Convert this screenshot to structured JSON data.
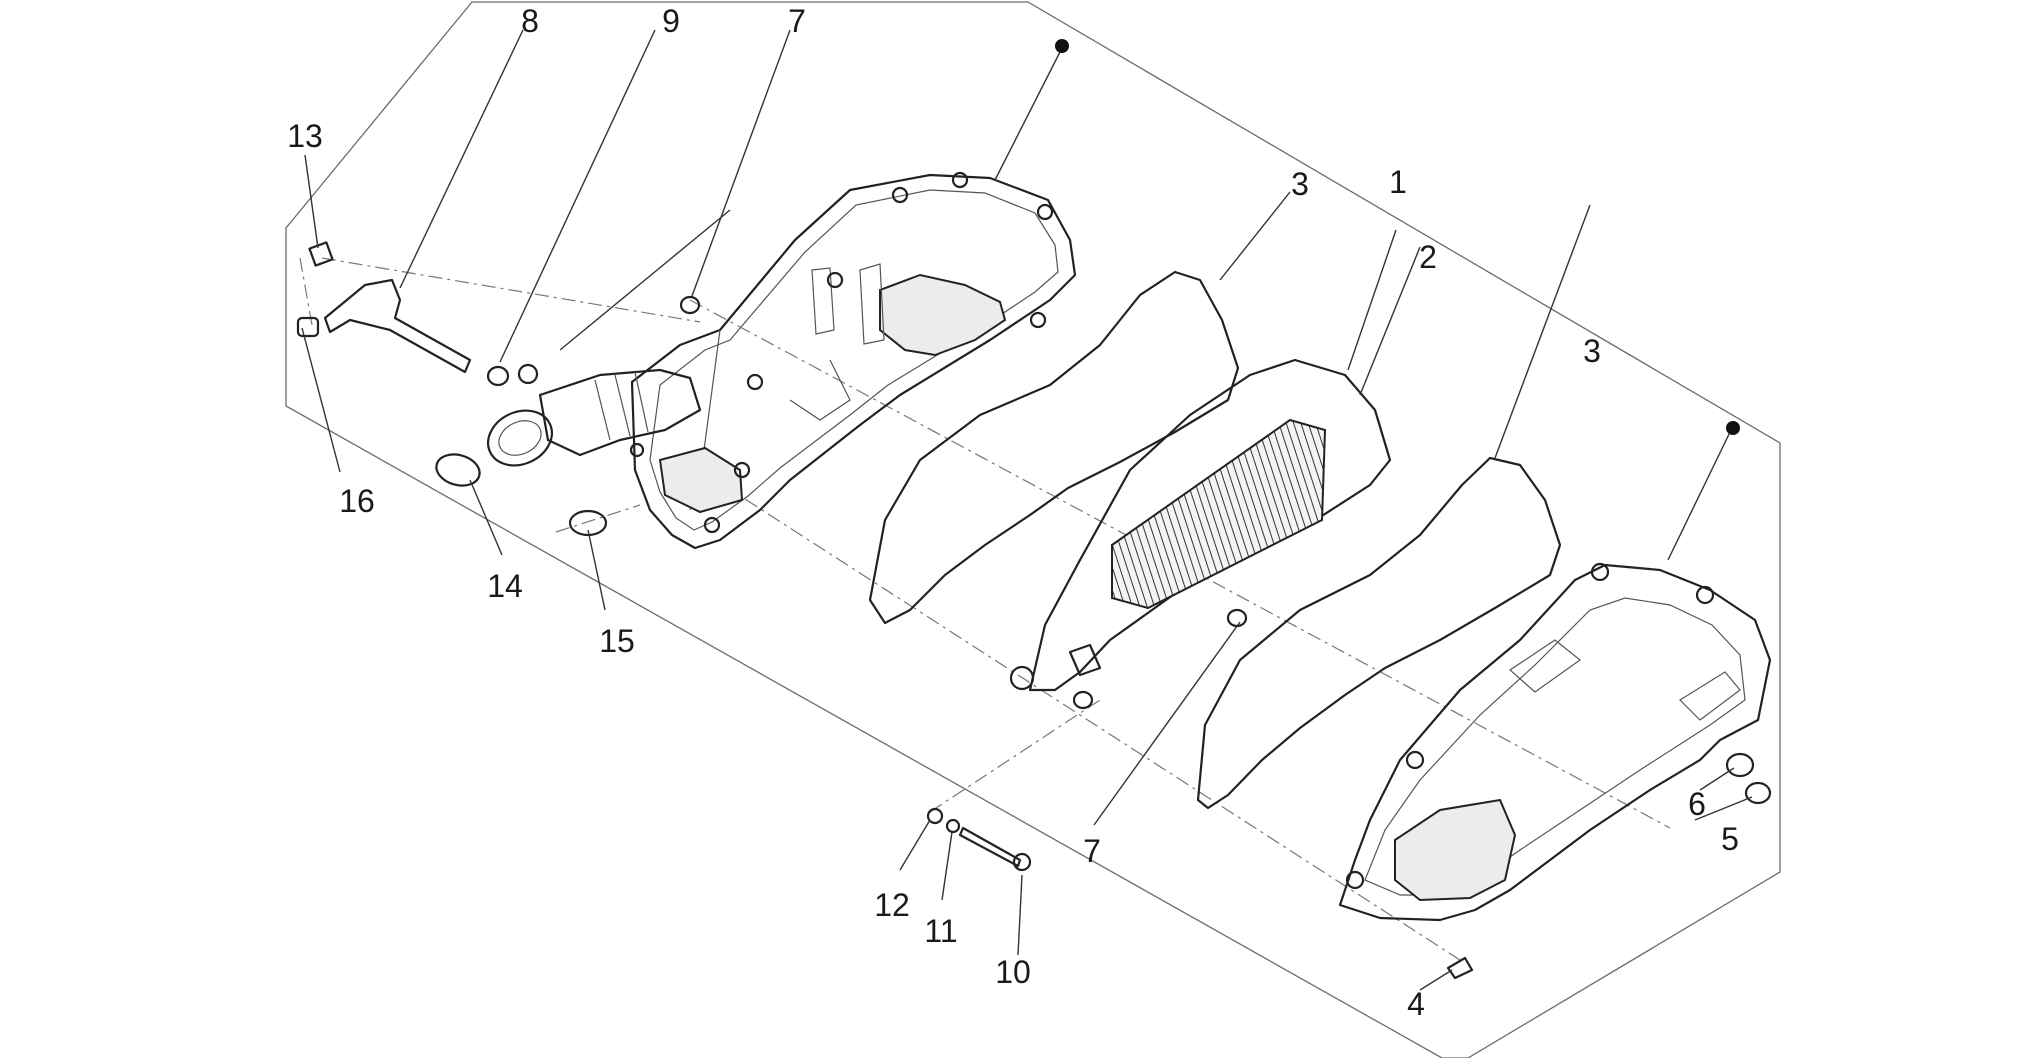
{
  "diagram": {
    "labels": {
      "l1": "1",
      "l2": "2",
      "l3a": "3",
      "l3b": "3",
      "l4": "4",
      "l5": "5",
      "l6": "6",
      "l7a": "7",
      "l7b": "7",
      "l8": "8",
      "l9": "9",
      "l10": "10",
      "l11": "11",
      "l12": "12",
      "l13": "13",
      "l14": "14",
      "l15": "15",
      "l16": "16"
    }
  }
}
